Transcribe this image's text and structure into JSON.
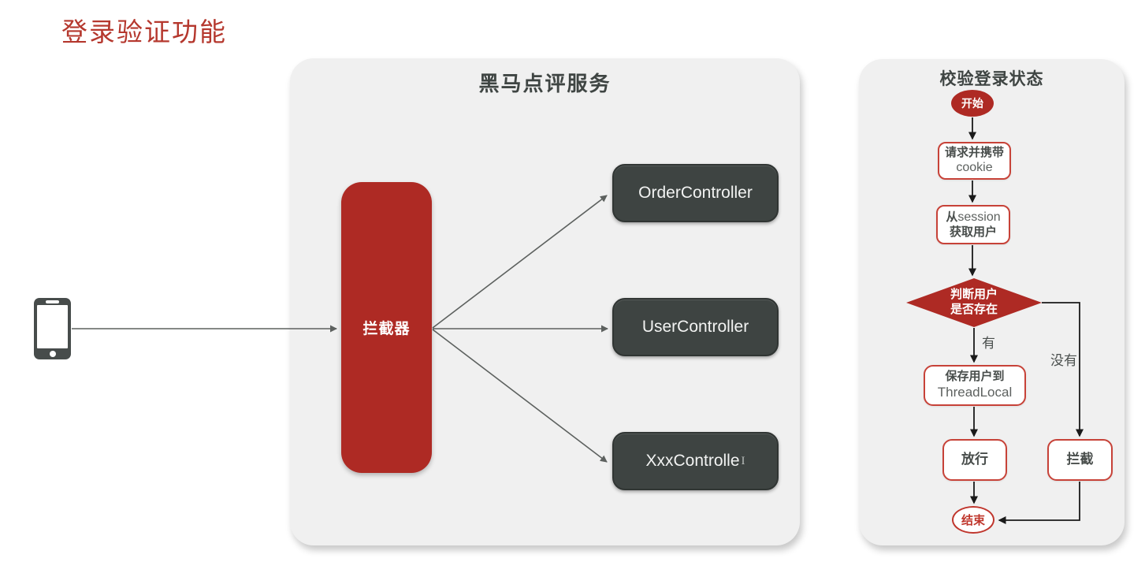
{
  "page": {
    "title": "登录验证功能"
  },
  "colors": {
    "red_fill": "#ae2a24",
    "red_border": "#c74238",
    "dark_box": "#3e4442",
    "panel_bg": "#f0f0f0",
    "text_dark": "#484d4b",
    "arrow_gray": "#5d615f",
    "arrow_black": "#1a1a1a"
  },
  "main_panel": {
    "title": "黑马点评服务",
    "interceptor_label": "拦截器",
    "controllers": [
      "OrderController",
      "UserController",
      "XxxControlle"
    ],
    "text_cursor": "I"
  },
  "flow_panel": {
    "title": "校验登录状态",
    "start_label": "开始",
    "request_line1": "请求并携带",
    "request_line2": "cookie",
    "session_zh": "从",
    "session_en": "session",
    "session_line2": "获取用户",
    "decision_line1": "判断用户",
    "decision_line2": "是否存在",
    "branch_yes": "有",
    "branch_no": "没有",
    "save_line1": "保存用户到",
    "save_line2": "ThreadLocal",
    "pass_label": "放行",
    "block_label": "拦截",
    "end_label": "结束"
  }
}
